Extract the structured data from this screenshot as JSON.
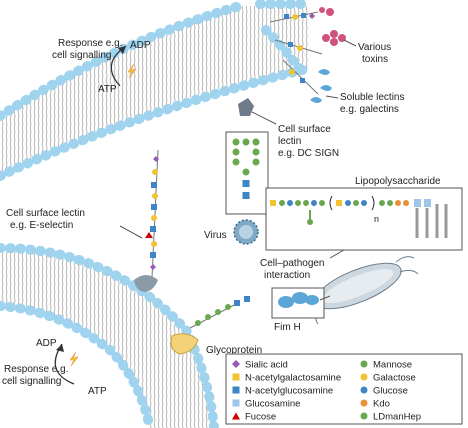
{
  "labels": {
    "response_top": "Response e.g.",
    "response_top_2": "cell signalling",
    "adp_top": "ADP",
    "atp_top": "ATP",
    "toxins_1": "Various",
    "toxins_2": "toxins",
    "soluble_1": "Soluble lectins",
    "soluble_2": "e.g. galectins",
    "csl_top_1": "Cell surface",
    "csl_top_2": "lectin",
    "csl_top_3": "e.g. DC SIGN",
    "lps": "Lipopolysaccharide",
    "virus": "Virus",
    "lps_n": "n",
    "csl_left_1": "Cell surface lectin",
    "csl_left_2": "e.g. E-selectin",
    "cpi_1": "Cell–pathogen",
    "cpi_2": "interaction",
    "fimh": "Fim H",
    "glycoprotein": "Glycoprotein",
    "adp_bottom": "ADP",
    "atp_bottom": "ATP",
    "response_bottom": "Response e.g.",
    "response_bottom_2": "cell signalling"
  },
  "legend": {
    "left": [
      {
        "name": "Sialic acid",
        "shape": "diamond",
        "color": "#9b59b6"
      },
      {
        "name": "N-acetylgalactosamine",
        "shape": "square",
        "color": "#f1c232"
      },
      {
        "name": "N-acetylglucosamine",
        "shape": "square",
        "color": "#3d85c6"
      },
      {
        "name": "Glucosamine",
        "shape": "square",
        "color": "#9fc5e8"
      },
      {
        "name": "Fucose",
        "shape": "triangle",
        "color": "#cc0000"
      }
    ],
    "right": [
      {
        "name": "Mannose",
        "shape": "circle",
        "color": "#6aa84f"
      },
      {
        "name": "Galactose",
        "shape": "circle",
        "color": "#f1c232"
      },
      {
        "name": "Glucose",
        "shape": "circle",
        "color": "#3d85c6"
      },
      {
        "name": "Kdo",
        "shape": "circle",
        "color": "#e69138"
      },
      {
        "name": "LDmanHep",
        "shape": "circle",
        "color": "#6aa84f"
      }
    ]
  }
}
